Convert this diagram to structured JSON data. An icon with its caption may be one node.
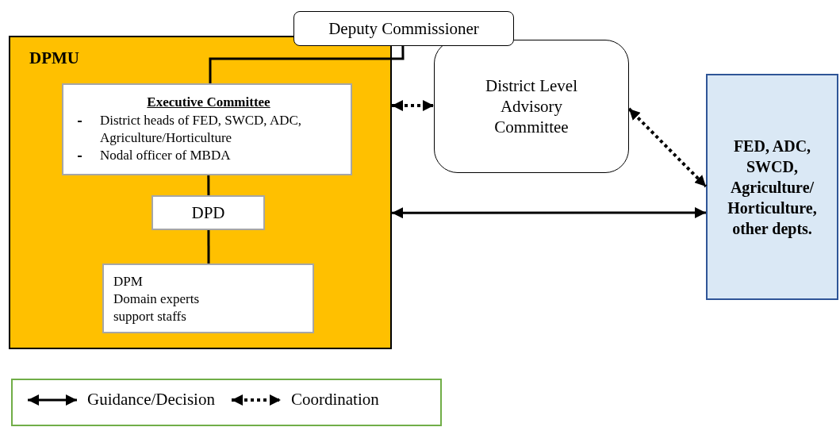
{
  "diagram": {
    "nodes": [
      {
        "text": [
          "DPMU"
        ]
      },
      {
        "text": [
          "Deputy Commissioner"
        ]
      },
      {
        "text": [
          "Executive Committee",
          "District heads of FED, SWCD, ADC, Agriculture/Horticulture",
          "Nodal officer of MBDA"
        ],
        "in": 0
      },
      {
        "text": [
          "DPD"
        ],
        "in": 0
      },
      {
        "text": [
          "DPM",
          "Domain experts",
          "support staffs"
        ],
        "in": 0
      },
      {
        "text": [
          "District Level Advisory Committee"
        ]
      },
      {
        "text": [
          "FED, ADC, SWCD, Agriculture/ Horticulture, other depts."
        ]
      }
    ],
    "edges": [
      {
        "from": 1,
        "to": 2,
        "arrow": "none"
      },
      {
        "from": 2,
        "to": 3,
        "arrow": "none"
      },
      {
        "from": 3,
        "to": 4,
        "arrow": "none"
      },
      {
        "from": 0,
        "to": 5,
        "arrow": "both",
        "style": "dashed"
      },
      {
        "from": 5,
        "to": 6,
        "arrow": "both",
        "style": "dashed"
      },
      {
        "from": 0,
        "to": 6,
        "arrow": "both"
      }
    ],
    "legend": [
      {
        "text": "Guidance/Decision"
      },
      {
        "text": "Coordination"
      }
    ]
  }
}
